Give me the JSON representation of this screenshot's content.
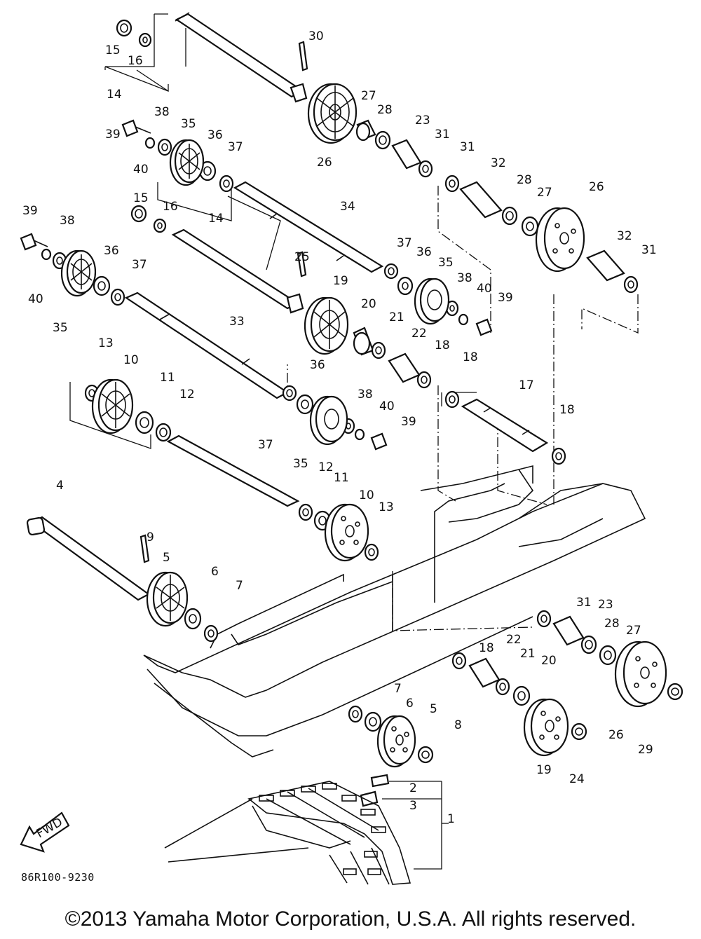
{
  "diagram": {
    "drawing_code": "86R100-9230",
    "copyright": "©2013 Yamaha Motor Corporation, U.S.A. All rights reserved.",
    "fwd_label": "FWD",
    "callouts": [
      "30",
      "15",
      "16",
      "14",
      "27",
      "28",
      "23",
      "31",
      "38",
      "35",
      "36",
      "37",
      "39",
      "40",
      "26",
      "31",
      "32",
      "28",
      "27",
      "26",
      "15",
      "16",
      "14",
      "34",
      "39",
      "38",
      "36",
      "37",
      "25",
      "19",
      "20",
      "21",
      "22",
      "18",
      "37",
      "36",
      "35",
      "38",
      "40",
      "39",
      "32",
      "31",
      "40",
      "35",
      "33",
      "13",
      "10",
      "11",
      "12",
      "36",
      "38",
      "40",
      "39",
      "37",
      "35",
      "18",
      "17",
      "18",
      "4",
      "12",
      "11",
      "10",
      "13",
      "9",
      "5",
      "6",
      "7",
      "31",
      "23",
      "28",
      "27",
      "18",
      "22",
      "21",
      "20",
      "7",
      "6",
      "5",
      "8",
      "26",
      "29",
      "19",
      "24",
      "2",
      "3",
      "1"
    ]
  }
}
